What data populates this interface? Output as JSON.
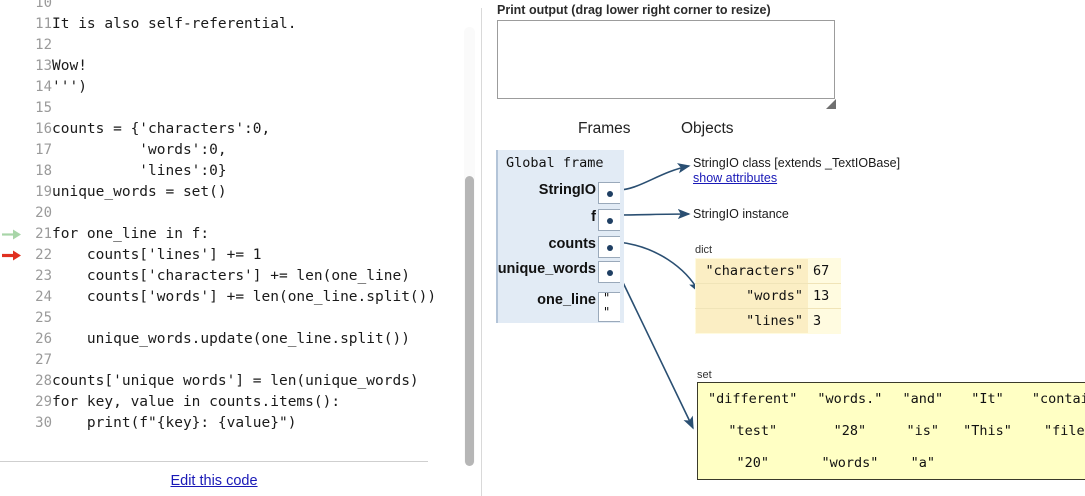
{
  "code_pane": {
    "lines": [
      {
        "num": "10",
        "text": "",
        "marker": "none",
        "partial": true
      },
      {
        "num": "11",
        "text": "It is also self-referential.",
        "marker": "none"
      },
      {
        "num": "12",
        "text": "",
        "marker": "none"
      },
      {
        "num": "13",
        "text": "Wow!",
        "marker": "none"
      },
      {
        "num": "14",
        "text": "''')",
        "marker": "none"
      },
      {
        "num": "15",
        "text": "",
        "marker": "none"
      },
      {
        "num": "16",
        "text": "counts = {'characters':0,",
        "marker": "none"
      },
      {
        "num": "17",
        "text": "          'words':0,",
        "marker": "none"
      },
      {
        "num": "18",
        "text": "          'lines':0}",
        "marker": "none"
      },
      {
        "num": "19",
        "text": "unique_words = set()",
        "marker": "none"
      },
      {
        "num": "20",
        "text": "",
        "marker": "none"
      },
      {
        "num": "21",
        "text": "for one_line in f:",
        "marker": "green"
      },
      {
        "num": "22",
        "text": "    counts['lines'] += 1",
        "marker": "red"
      },
      {
        "num": "23",
        "text": "    counts['characters'] += len(one_line)",
        "marker": "none"
      },
      {
        "num": "24",
        "text": "    counts['words'] += len(one_line.split())",
        "marker": "none"
      },
      {
        "num": "25",
        "text": "",
        "marker": "none"
      },
      {
        "num": "26",
        "text": "    unique_words.update(one_line.split())",
        "marker": "none"
      },
      {
        "num": "27",
        "text": "",
        "marker": "none"
      },
      {
        "num": "28",
        "text": "counts['unique words'] = len(unique_words)",
        "marker": "none"
      },
      {
        "num": "29",
        "text": "for key, value in counts.items():",
        "marker": "none"
      },
      {
        "num": "30",
        "text": "    print(f\"{key}: {value}\")",
        "marker": "none"
      }
    ],
    "edit_link": "Edit this code",
    "marker_colors": {
      "green": "#a8d5a8",
      "red": "#e03020"
    }
  },
  "visualizer": {
    "print_output_label": "Print output (drag lower right corner to resize)",
    "print_output_value": "",
    "frames_heading": "Frames",
    "objects_heading": "Objects",
    "global_frame": {
      "title": "Global frame",
      "variables": [
        {
          "name": "StringIO",
          "kind": "pointer",
          "value": ""
        },
        {
          "name": "f",
          "kind": "pointer",
          "value": ""
        },
        {
          "name": "counts",
          "kind": "pointer",
          "value": ""
        },
        {
          "name": "unique_words",
          "kind": "pointer",
          "value": ""
        },
        {
          "name": "one_line",
          "kind": "string",
          "value": "\""
        }
      ]
    },
    "objects": [
      {
        "id": "stringio-class",
        "text": "StringIO class [extends _TextIOBase]",
        "link": "show attributes"
      },
      {
        "id": "stringio-instance",
        "text": "StringIO instance",
        "link": ""
      }
    ],
    "dict": {
      "type_label": "dict",
      "rows": [
        {
          "key": "\"characters\"",
          "value": "67"
        },
        {
          "key": "\"words\"",
          "value": "13"
        },
        {
          "key": "\"lines\"",
          "value": "3"
        }
      ]
    },
    "set": {
      "type_label": "set",
      "rows": [
        [
          "\"different\"",
          "\"words.\"",
          "\"and\"",
          "\"It\"",
          "\"contains\""
        ],
        [
          "\"test\"",
          "\"28\"",
          "\"is\"",
          "\"This\"",
          "\"file.\""
        ],
        [
          "\"20\"",
          "\"words\"",
          "\"a\"",
          "",
          ""
        ]
      ]
    },
    "colors": {
      "frame_bg": "#e2ebf5",
      "dict_key_bg": "#fbeec4",
      "dict_val_bg": "#fffbe0",
      "set_bg": "#ffffc4",
      "arrow": "#2a4f72",
      "link": "#1919b7"
    }
  }
}
